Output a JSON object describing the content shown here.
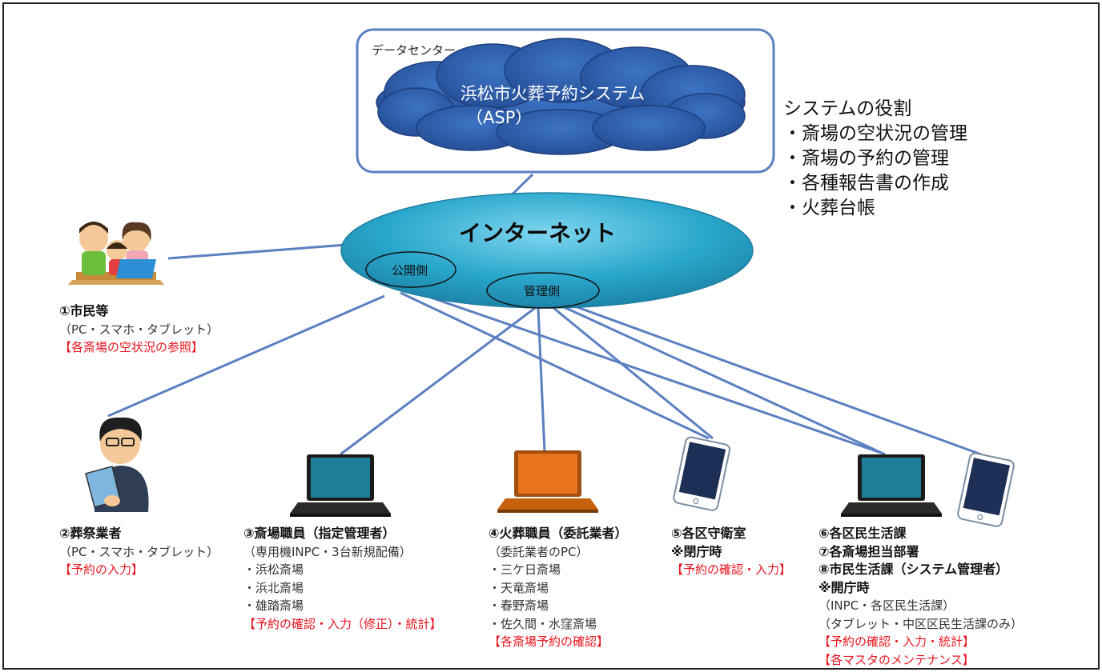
{
  "datacenter": {
    "label": "データセンター",
    "system_name": "浜松市火葬予約システム",
    "system_type": "（ASP）"
  },
  "internet": {
    "label": "インターネット",
    "public_side": "公開側",
    "admin_side": "管理側"
  },
  "roles": {
    "title": "システムの役割",
    "items": [
      "・斎場の空状況の管理",
      "・斎場の予約の管理",
      "・各種報告書の作成",
      "・火葬台帳"
    ]
  },
  "nodes": {
    "citizen": {
      "title": "①市民等",
      "devices": "（PC・スマホ・タブレット）",
      "action": "【各斎場の空状況の参照】"
    },
    "funeral": {
      "title": "②葬祭業者",
      "devices": "（PC・スマホ・タブレット）",
      "action": "【予約の入力】"
    },
    "staff": {
      "title": "③斎場職員（指定管理者）",
      "devices": "（専用機INPC・3台新規配備）",
      "sites": [
        "・浜松斎場",
        "・浜北斎場",
        "・雄踏斎場"
      ],
      "action": "【予約の確認・入力（修正）・統計】"
    },
    "cremation": {
      "title": "④火葬職員（委託業者）",
      "devices": "（委託業者のPC）",
      "sites": [
        "・三ケ日斎場",
        "・天竜斎場",
        "・春野斎場",
        "・佐久間・水窪斎場"
      ],
      "action": "【各斎場予約の確認】"
    },
    "guard": {
      "title": "⑤各区守衛室",
      "note": "※閉庁時",
      "action": "【予約の確認・入力】"
    },
    "civic": {
      "lines": [
        "⑥各区民生活課",
        "⑦各斎場担当部署",
        "⑧市民生活課（システム管理者）"
      ],
      "note": "※開庁時",
      "devices": [
        "（INPC・各区民生活課）",
        "（タブレット・中区区民生活課のみ）"
      ],
      "actions": [
        "【予約の確認・入力・統計】",
        "【各マスタのメンテナンス】"
      ]
    }
  },
  "colors": {
    "cloud": "#2e5ca8",
    "internet": "#2aa7cc",
    "line": "#5b7fc0",
    "accent_red": "#e8141e",
    "laptop_teal": "#1d7f98",
    "laptop_orange": "#e7731b"
  }
}
